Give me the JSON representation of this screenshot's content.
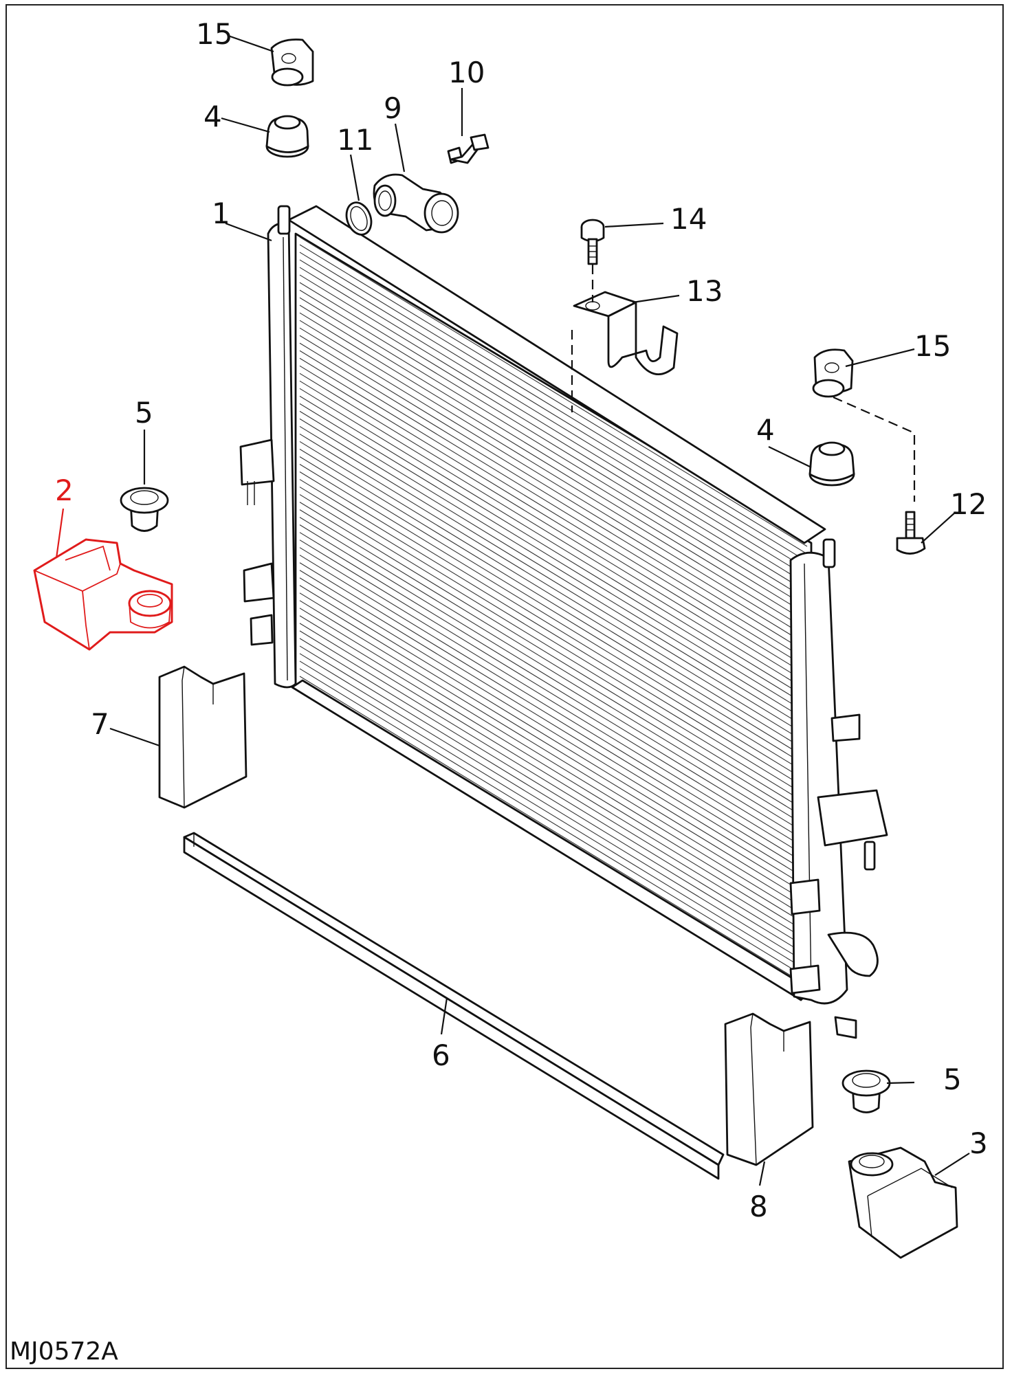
{
  "diagram": {
    "code": "MJ0572A",
    "highlight_color": "#e01b1b",
    "callouts": [
      {
        "id": "c15a",
        "text": "15"
      },
      {
        "id": "c10",
        "text": "10"
      },
      {
        "id": "c4a",
        "text": "4"
      },
      {
        "id": "c9",
        "text": "9"
      },
      {
        "id": "c11",
        "text": "11"
      },
      {
        "id": "c1",
        "text": "1"
      },
      {
        "id": "c14",
        "text": "14"
      },
      {
        "id": "c13",
        "text": "13"
      },
      {
        "id": "c15b",
        "text": "15"
      },
      {
        "id": "c5a",
        "text": "5"
      },
      {
        "id": "c4b",
        "text": "4"
      },
      {
        "id": "c2",
        "text": "2",
        "highlighted": true
      },
      {
        "id": "c12",
        "text": "12"
      },
      {
        "id": "c7",
        "text": "7"
      },
      {
        "id": "c6",
        "text": "6"
      },
      {
        "id": "c5b",
        "text": "5"
      },
      {
        "id": "c3",
        "text": "3"
      },
      {
        "id": "c8",
        "text": "8"
      }
    ]
  }
}
